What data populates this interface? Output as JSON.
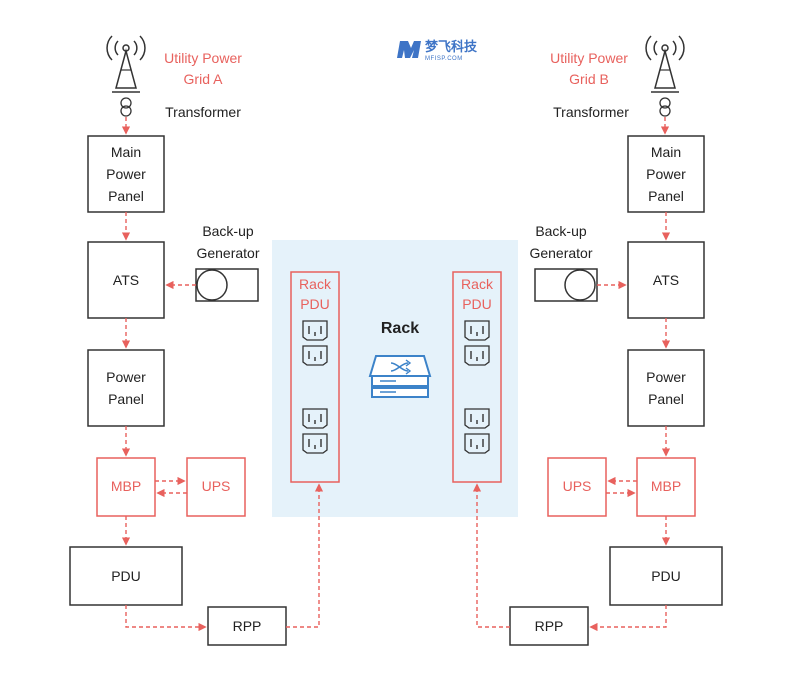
{
  "logo": {
    "name": "梦飞科技",
    "sub": "MFISP.COM"
  },
  "colors": {
    "accent": "#e8615d",
    "rack_bg": "#e5f2fa",
    "server_blue": "#3c83c9",
    "box_stroke": "#333333"
  },
  "left": {
    "grid": [
      "Utility Power",
      "Grid A"
    ],
    "transformer": "Transformer",
    "main_panel": [
      "Main",
      "Power",
      "Panel"
    ],
    "generator": [
      "Back-up",
      "Generator"
    ],
    "ats": "ATS",
    "power_panel": [
      "Power",
      "Panel"
    ],
    "mbp": "MBP",
    "ups": "UPS",
    "pdu": "PDU",
    "rpp": "RPP"
  },
  "right": {
    "grid": [
      "Utility Power",
      "Grid B"
    ],
    "transformer": "Transformer",
    "main_panel": [
      "Main",
      "Power",
      "Panel"
    ],
    "generator": [
      "Back-up",
      "Generator"
    ],
    "ats": "ATS",
    "power_panel": [
      "Power",
      "Panel"
    ],
    "mbp": "MBP",
    "ups": "UPS",
    "pdu": "PDU",
    "rpp": "RPP"
  },
  "rack": {
    "title": "Rack",
    "left_pdu": [
      "Rack",
      "PDU"
    ],
    "right_pdu": [
      "Rack",
      "PDU"
    ]
  }
}
